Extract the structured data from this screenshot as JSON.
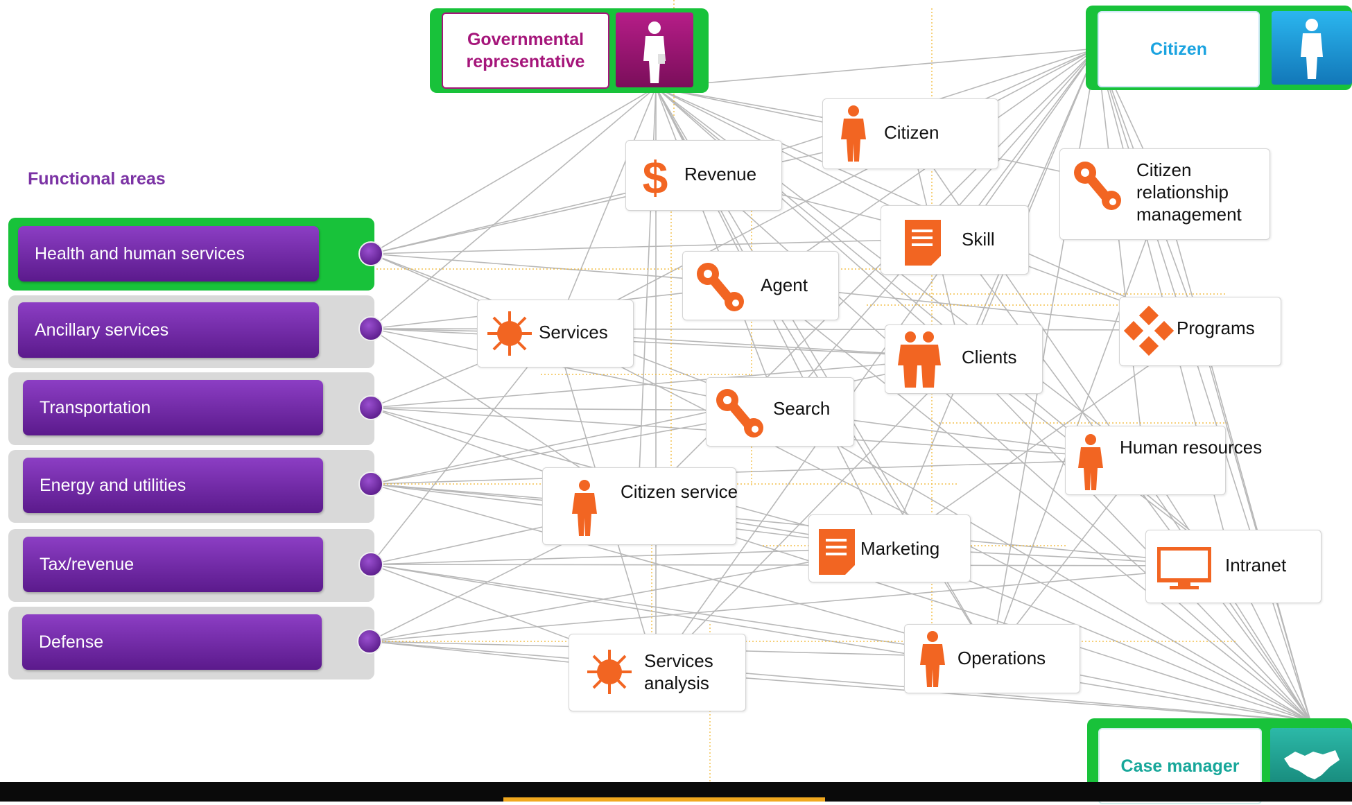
{
  "functional_areas": {
    "title": "Functional areas",
    "items": [
      {
        "label": "Health and human services",
        "selected": true
      },
      {
        "label": "Ancillary services",
        "selected": false
      },
      {
        "label": "Transportation",
        "selected": false
      },
      {
        "label": "Energy and utilities",
        "selected": false
      },
      {
        "label": "Tax/revenue",
        "selected": false
      },
      {
        "label": "Defense",
        "selected": false
      }
    ]
  },
  "actors": {
    "governmental": {
      "label": "Governmental representative",
      "color": "#a5157a",
      "icon": "person-icon"
    },
    "citizen": {
      "label": "Citizen",
      "color": "#1aa3e0",
      "icon": "person-icon"
    },
    "case_manager": {
      "label": "Case manager",
      "color": "#17a79a",
      "icon": "handshake-icon"
    }
  },
  "nodes": [
    {
      "id": "citizen",
      "label": "Citizen",
      "icon": "person-icon"
    },
    {
      "id": "revenue",
      "label": "Revenue",
      "icon": "dollar-icon"
    },
    {
      "id": "crm",
      "label": "Citizen relationship management",
      "icon": "wrench-icon"
    },
    {
      "id": "skill",
      "label": "Skill",
      "icon": "document-icon"
    },
    {
      "id": "agent",
      "label": "Agent",
      "icon": "wrench-icon"
    },
    {
      "id": "services",
      "label": "Services",
      "icon": "gear-sun-icon"
    },
    {
      "id": "programs",
      "label": "Programs",
      "icon": "diamond-cluster-icon"
    },
    {
      "id": "clients",
      "label": "Clients",
      "icon": "group-icon"
    },
    {
      "id": "search",
      "label": "Search",
      "icon": "wrench-icon"
    },
    {
      "id": "hr",
      "label": "Human resources",
      "icon": "person-icon"
    },
    {
      "id": "citizen_service",
      "label": "Citizen service",
      "icon": "person-icon"
    },
    {
      "id": "marketing",
      "label": "Marketing",
      "icon": "document-icon"
    },
    {
      "id": "intranet",
      "label": "Intranet",
      "icon": "monitor-icon"
    },
    {
      "id": "operations",
      "label": "Operations",
      "icon": "person-icon"
    },
    {
      "id": "services_analysis",
      "label": "Services analysis",
      "icon": "gear-sun-icon"
    }
  ],
  "colors": {
    "accent_orange": "#f26522",
    "area_purple": "#6a2a9c",
    "selected_green": "#18c23a",
    "link_gray": "#b8b8b8",
    "guide_yellow": "#f0b429"
  }
}
